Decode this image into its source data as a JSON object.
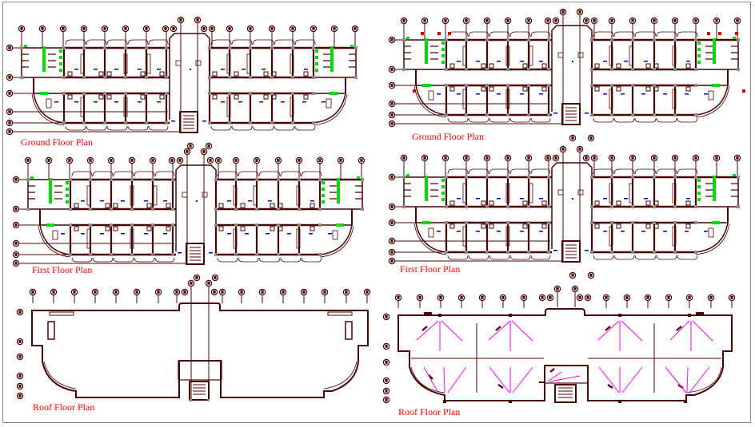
{
  "drawing": {
    "type": "architectural floor plans",
    "colors": {
      "line": "#4a0404",
      "node": "#8c8c8c",
      "fixture": "#00dd00",
      "mark": "#0000cc",
      "slope_arrow": "#ff00ff",
      "label": "#ff0000",
      "pipe_marker": "#dd0000",
      "frame": "#8a8a8a"
    },
    "plans": [
      {
        "id": "ground-left",
        "label": "Ground Floor Plan"
      },
      {
        "id": "ground-right",
        "label": "Ground Floor Plan"
      },
      {
        "id": "first-left",
        "label": "First Floor Plan"
      },
      {
        "id": "first-right",
        "label": "First Floor Plan"
      },
      {
        "id": "roof-left",
        "label": "Roof Floor Plan"
      },
      {
        "id": "roof-right",
        "label": "Roof Floor Plan"
      }
    ]
  }
}
